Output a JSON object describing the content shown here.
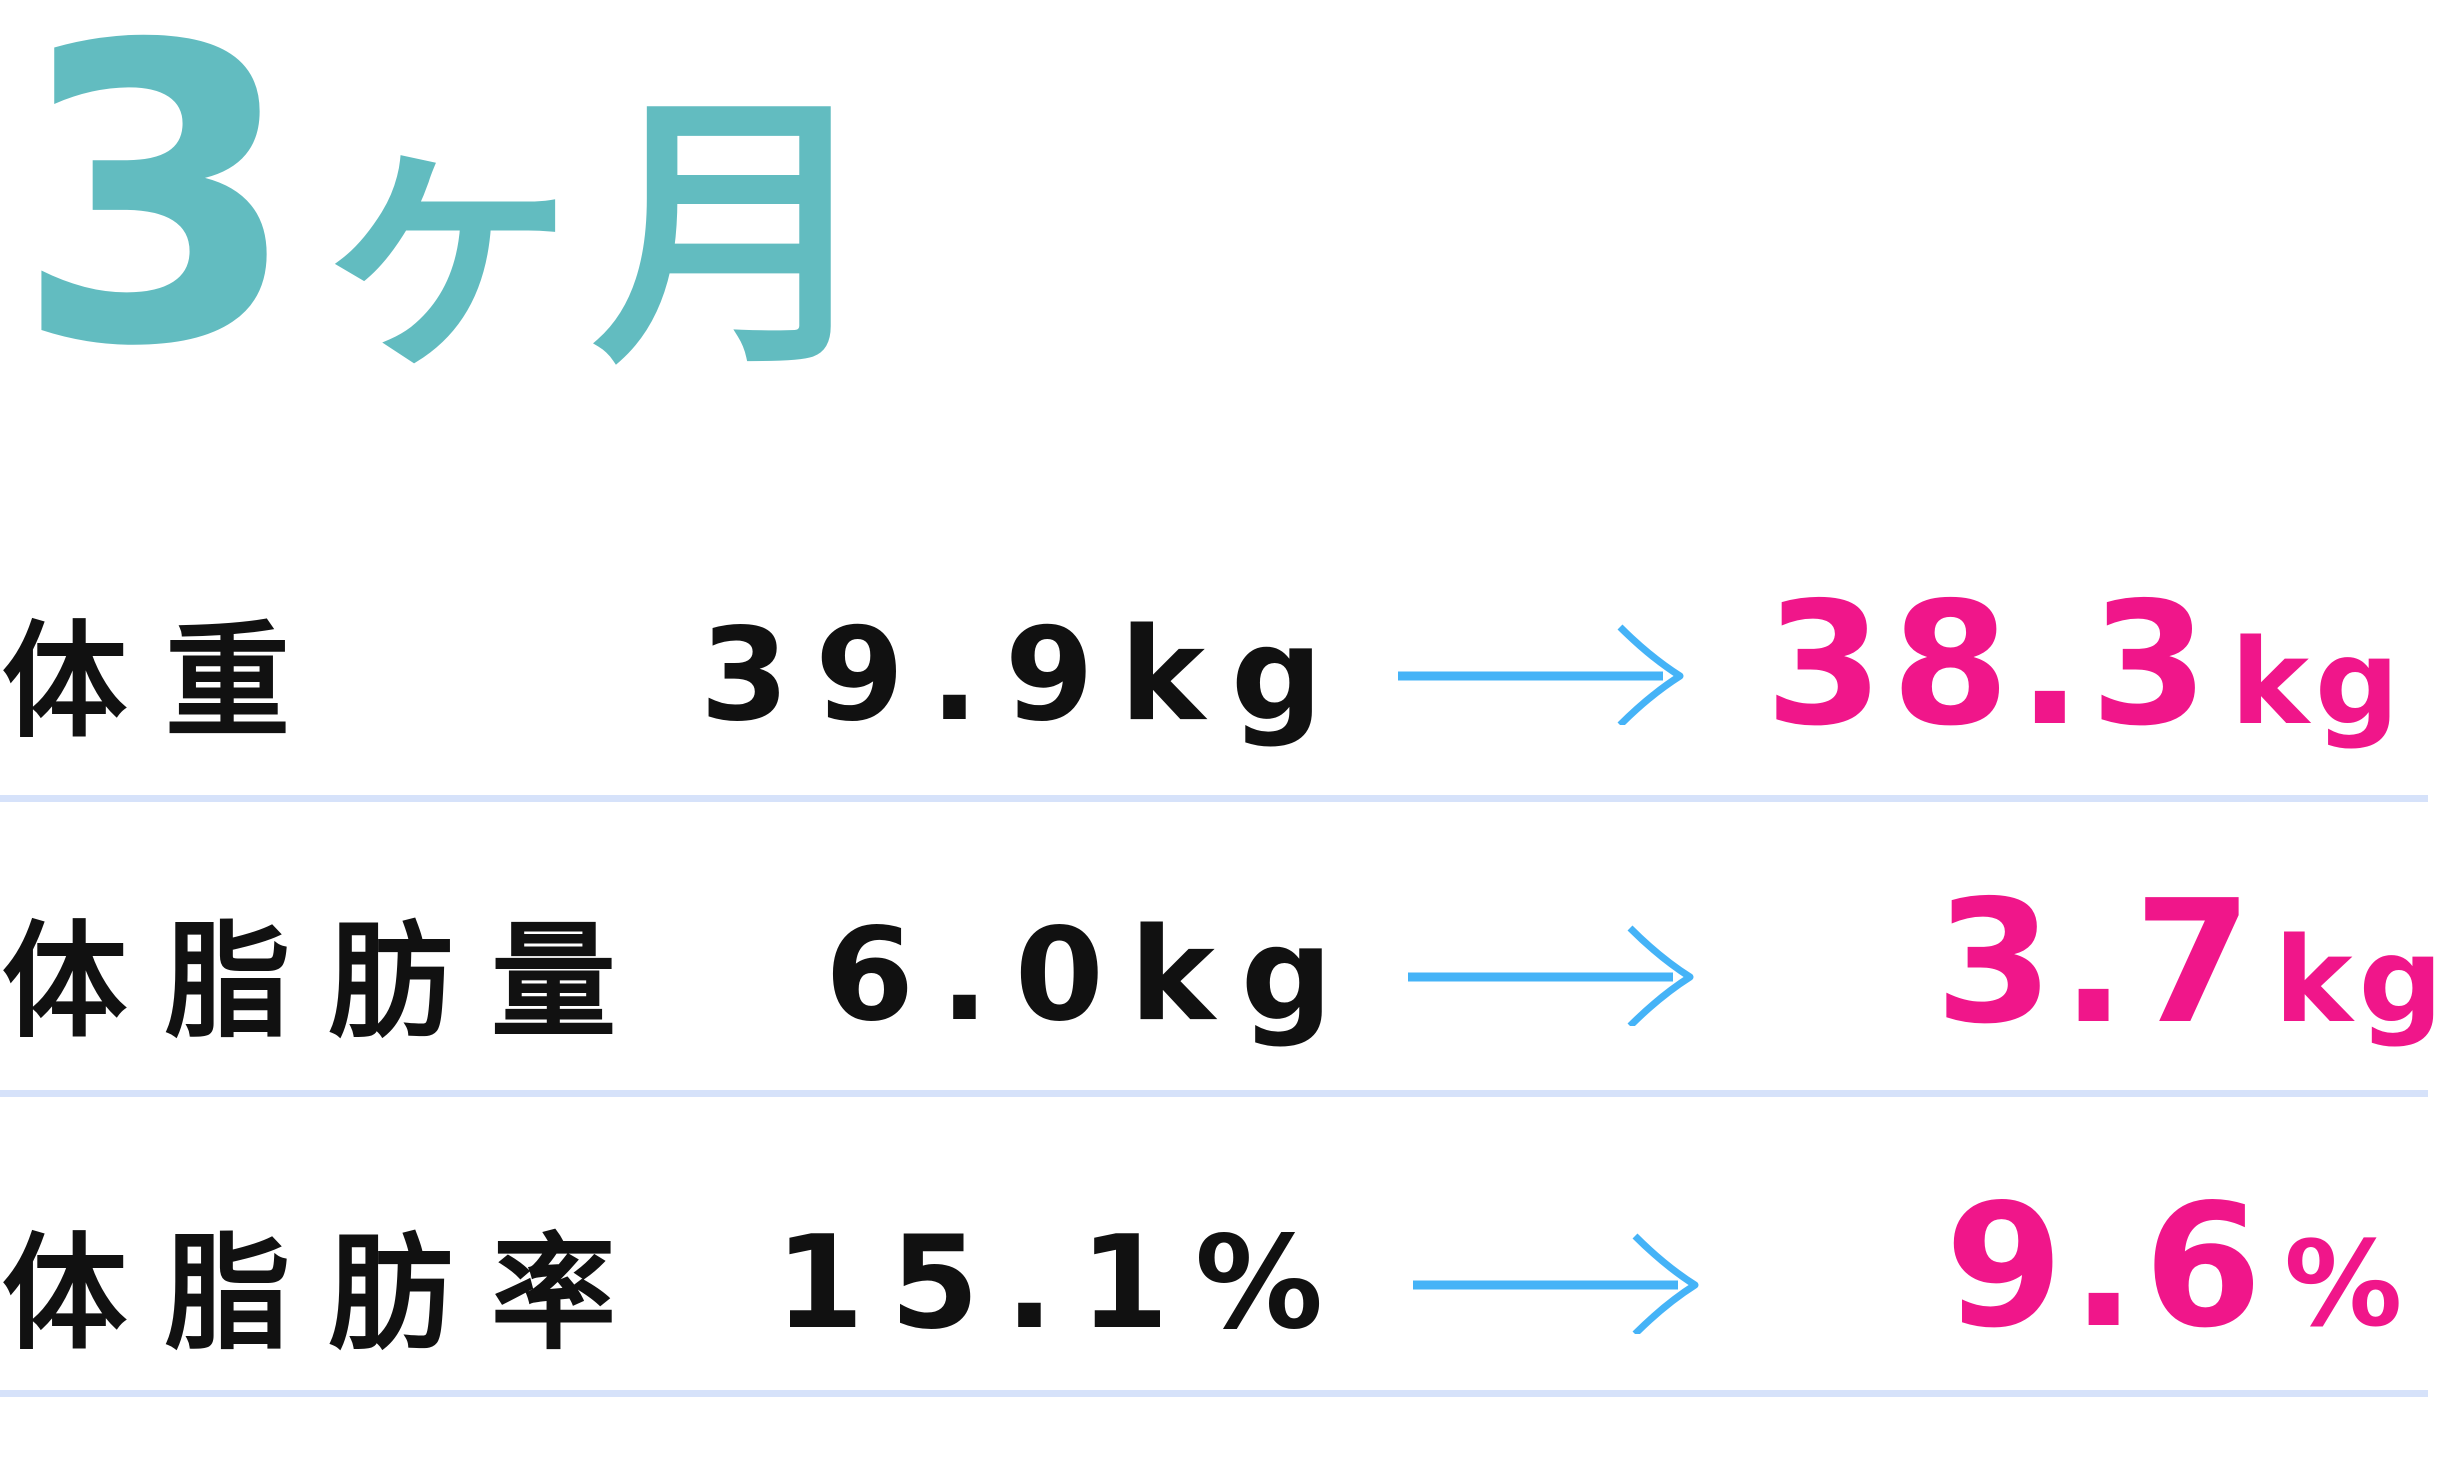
{
  "header": {
    "number": "3",
    "unit": "ヶ月"
  },
  "rows": [
    {
      "label": "体重",
      "before": "39.9kg",
      "after_value": "38.3",
      "after_unit": "kg"
    },
    {
      "label": "体脂肪量",
      "before": "6.0kg",
      "after_value": "3.7",
      "after_unit": "kg"
    },
    {
      "label": "体脂肪率",
      "before": "15.1%",
      "after_value": "9.6",
      "after_unit": "%"
    }
  ],
  "colors": {
    "title": "#62bcc0",
    "label": "#111111",
    "arrow": "#45b3f7",
    "after": "#f0168a",
    "divider": "#d6e2fa"
  },
  "icons": {
    "arrow": "right-arrow-icon"
  }
}
